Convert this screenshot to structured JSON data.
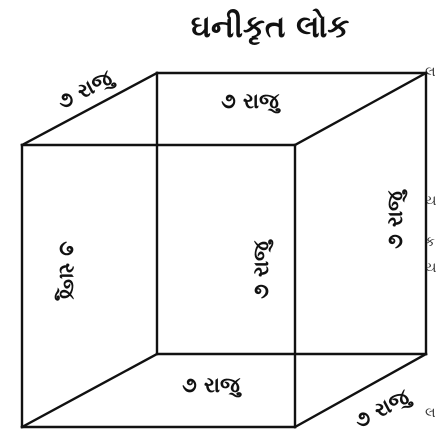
{
  "diagram": {
    "title": "ઘનીકૃત લોક",
    "labels": {
      "top_left_edge": "૭ રાજુ",
      "top_face": "૭ રાજુ",
      "front_left_edge": "૭ રાજુ",
      "inner_vertical_edge": "૭ રાજુ",
      "right_vertical_edge": "૭ રાજુ",
      "bottom_face": "૭ રાજુ",
      "bottom_right_edge": "૭ રાજુ"
    },
    "margin_fragments": {
      "m1": "લ",
      "m2": "ય",
      "m3": "ક",
      "m4": "ય",
      "m5": "લ"
    }
  }
}
